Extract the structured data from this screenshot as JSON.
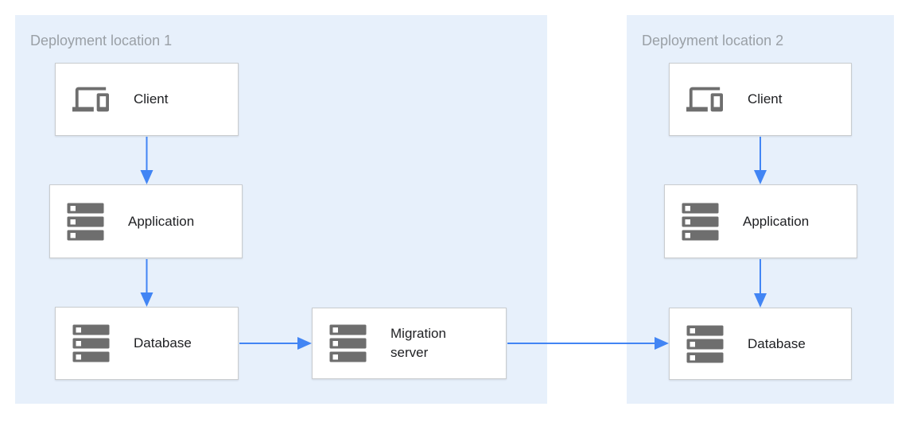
{
  "diagram": {
    "regions": [
      {
        "id": "deployment-location-1",
        "title": "Deployment location 1"
      },
      {
        "id": "deployment-location-2",
        "title": "Deployment location 2"
      }
    ],
    "nodes": [
      {
        "id": "client-1",
        "region": "deployment-location-1",
        "label": "Client",
        "icon": "devices-icon"
      },
      {
        "id": "application-1",
        "region": "deployment-location-1",
        "label": "Application",
        "icon": "server-stack-icon"
      },
      {
        "id": "database-1",
        "region": "deployment-location-1",
        "label": "Database",
        "icon": "server-stack-icon"
      },
      {
        "id": "migration-server",
        "region": "deployment-location-1",
        "label": "Migration server",
        "icon": "server-stack-icon"
      },
      {
        "id": "client-2",
        "region": "deployment-location-2",
        "label": "Client",
        "icon": "devices-icon"
      },
      {
        "id": "application-2",
        "region": "deployment-location-2",
        "label": "Application",
        "icon": "server-stack-icon"
      },
      {
        "id": "database-2",
        "region": "deployment-location-2",
        "label": "Database",
        "icon": "server-stack-icon"
      }
    ],
    "edges": [
      {
        "from": "client-1",
        "to": "application-1"
      },
      {
        "from": "application-1",
        "to": "database-1"
      },
      {
        "from": "database-1",
        "to": "migration-server"
      },
      {
        "from": "migration-server",
        "to": "database-2"
      },
      {
        "from": "client-2",
        "to": "application-2"
      },
      {
        "from": "application-2",
        "to": "database-2"
      }
    ],
    "colors": {
      "region_background": "#E7F0FB",
      "region_title_text": "#9AA0A6",
      "node_background": "#FFFFFF",
      "node_border": "#C9CCCF",
      "node_label_text": "#202124",
      "icon_gray": "#6E6E6E",
      "arrow_blue": "#4285F4"
    }
  }
}
